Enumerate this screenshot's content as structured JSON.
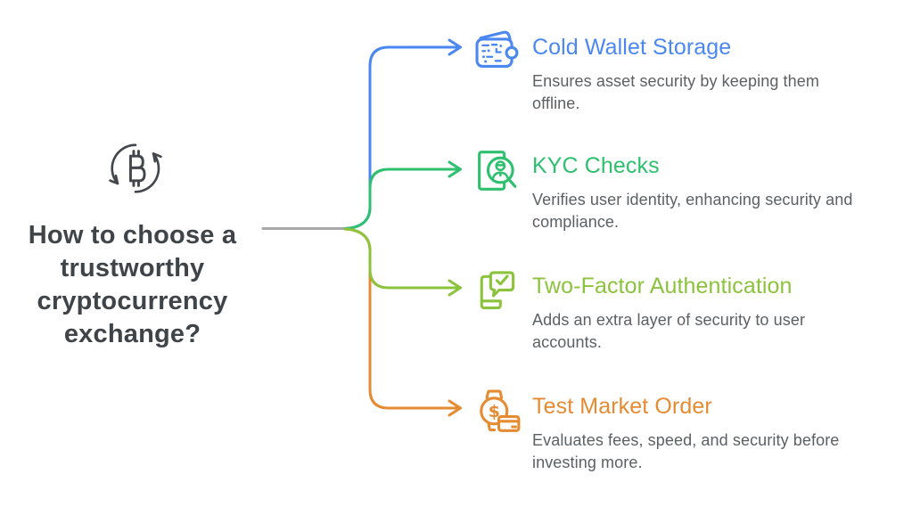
{
  "title": "How to choose a trustworthy cryptocurrency exchange?",
  "center_icon": "bitcoin-sync-icon",
  "colors": {
    "title": "#3f4448",
    "center_icon": "#43474b",
    "description": "#5d6063",
    "connector_gray": "#a8a8a8",
    "background": "#ffffff"
  },
  "branches": [
    {
      "label": "Cold Wallet Storage",
      "description": "Ensures asset security by keeping them offline.",
      "color": "#4a87f0",
      "icon": "cold-wallet-icon"
    },
    {
      "label": "KYC Checks",
      "description": "Verifies user identity, enhancing security and compliance.",
      "color": "#2ec06f",
      "icon": "kyc-id-search-icon"
    },
    {
      "label": "Two-Factor Authentication",
      "description": "Adds an extra layer of security to user accounts.",
      "color": "#8cc33c",
      "icon": "phone-check-icon"
    },
    {
      "label": "Test Market Order",
      "description": "Evaluates fees, speed, and security before investing more.",
      "color": "#e58b32",
      "icon": "watch-pay-card-icon"
    }
  ]
}
